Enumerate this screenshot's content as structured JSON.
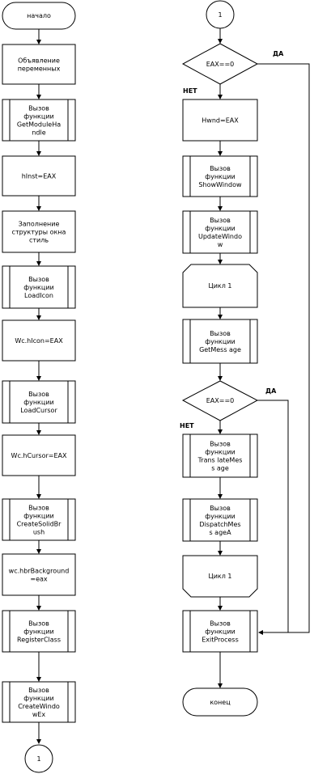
{
  "left_column": {
    "start": "начало",
    "declare_vars": [
      "Объявление",
      "переменных"
    ],
    "call_getmodulehandle": [
      "Вызов",
      "функции",
      "GetModuleHa",
      "ndle"
    ],
    "hinst_assign": [
      "hInst=EAX"
    ],
    "fill_struct": [
      "Заполнение",
      "структуры окна",
      "стиль"
    ],
    "call_loadicon": [
      "Вызов",
      "функции",
      "LoadIcon"
    ],
    "hicon_assign": [
      "Wc.hIcon=EAX"
    ],
    "call_loadcursor": [
      "Вызов",
      "функции",
      "LoadCursor"
    ],
    "hcursor_assign": [
      "Wc.hCursor=EAX"
    ],
    "call_createsolidbrush": [
      "Вызов",
      "функции",
      "CreateSolidBr",
      "ush"
    ],
    "hbrbackground_assign": [
      "wc.hbrBackground",
      "=eax"
    ],
    "call_registerclass": [
      "Вызов",
      "функции",
      "RegisterClass"
    ],
    "call_createwindowex": [
      "Вызов",
      "функции",
      "CreateWindo",
      "wEx"
    ],
    "connector_out": "1"
  },
  "right_column": {
    "connector_in": "1",
    "decision_1": "EAX==0",
    "decision_1_yes": "ДА",
    "decision_1_no": "НЕТ",
    "hwnd_assign": [
      "Hwnd=EAX"
    ],
    "call_showwindow": [
      "Вызов",
      "функции",
      "ShowWindow"
    ],
    "call_updatewindow": [
      "Вызов",
      "функции",
      "UpdateWindo",
      "w"
    ],
    "loop_start": "Цикл 1",
    "call_getmessage": [
      "Вызов",
      "функции",
      "GetMess age"
    ],
    "decision_2": "EAX==0",
    "decision_2_yes": "ДА",
    "decision_2_no": "НЕТ",
    "call_translatemessage": [
      "Вызов",
      "функции",
      "Trans lateMes",
      "s age"
    ],
    "call_dispatchmessage": [
      "Вызов",
      "функции",
      "DispatchMes",
      "s ageA"
    ],
    "loop_end": "Цикл 1",
    "call_exitprocess": [
      "Вызов",
      "функции",
      "ExitProcess"
    ],
    "end": "конец"
  }
}
